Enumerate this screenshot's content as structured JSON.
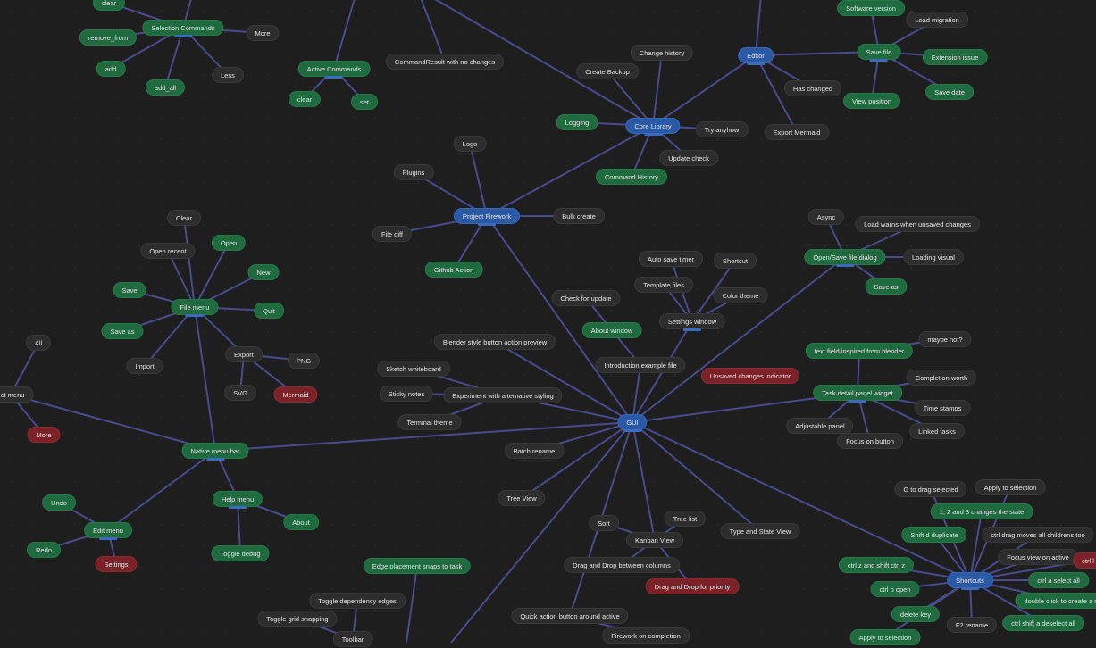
{
  "nodes": [
    {
      "id": "gui",
      "label": "GUI",
      "color": "blue"
    },
    {
      "id": "core",
      "label": "Core Library",
      "color": "blue"
    },
    {
      "id": "editor",
      "label": "Editor",
      "color": "blue"
    },
    {
      "id": "pf",
      "label": "Project Firework",
      "color": "blue"
    },
    {
      "id": "shortcuts",
      "label": "Shortcuts",
      "color": "blue"
    },
    {
      "id": "clear_top",
      "label": "clear",
      "color": "green"
    },
    {
      "id": "selcmd",
      "label": "Selection Commands",
      "color": "green"
    },
    {
      "id": "remove_from",
      "label": "remove_from",
      "color": "green"
    },
    {
      "id": "more_top",
      "label": "More",
      "color": "gray"
    },
    {
      "id": "add",
      "label": "add",
      "color": "green"
    },
    {
      "id": "less",
      "label": "Less",
      "color": "gray"
    },
    {
      "id": "add_all",
      "label": "add_all",
      "color": "green"
    },
    {
      "id": "activecmd",
      "label": "Active Commands",
      "color": "green"
    },
    {
      "id": "clear2",
      "label": "clear",
      "color": "green"
    },
    {
      "id": "set",
      "label": "set",
      "color": "green"
    },
    {
      "id": "cmdres",
      "label": "CommandResult with no changes",
      "color": "gray"
    },
    {
      "id": "change_history",
      "label": "Change history",
      "color": "gray"
    },
    {
      "id": "create_backup",
      "label": "Create Backup",
      "color": "gray"
    },
    {
      "id": "logging",
      "label": "Logging",
      "color": "green"
    },
    {
      "id": "try_anyhow",
      "label": "Try anyhow",
      "color": "gray"
    },
    {
      "id": "update_check",
      "label": "Update check",
      "color": "gray"
    },
    {
      "id": "command_history",
      "label": "Command History",
      "color": "green"
    },
    {
      "id": "software_version",
      "label": "Software version",
      "color": "green"
    },
    {
      "id": "load_migration",
      "label": "Load migration",
      "color": "gray"
    },
    {
      "id": "save_file",
      "label": "Save file",
      "color": "green"
    },
    {
      "id": "extension_issue",
      "label": "Extension issue",
      "color": "green"
    },
    {
      "id": "has_changed",
      "label": "Has changed",
      "color": "gray"
    },
    {
      "id": "save_date",
      "label": "Save date",
      "color": "green"
    },
    {
      "id": "view_position",
      "label": "View position",
      "color": "green"
    },
    {
      "id": "export_mermaid",
      "label": "Export Mermaid",
      "color": "gray"
    },
    {
      "id": "logo",
      "label": "Logo",
      "color": "gray"
    },
    {
      "id": "plugins",
      "label": "Plugins",
      "color": "gray"
    },
    {
      "id": "bulk_create",
      "label": "Bulk create",
      "color": "gray"
    },
    {
      "id": "file_diff",
      "label": "File diff",
      "color": "gray"
    },
    {
      "id": "github_action",
      "label": "Github Action",
      "color": "green"
    },
    {
      "id": "clear_file",
      "label": "Clear",
      "color": "gray"
    },
    {
      "id": "open",
      "label": "Open",
      "color": "green"
    },
    {
      "id": "open_recent",
      "label": "Open recent",
      "color": "gray"
    },
    {
      "id": "new",
      "label": "New",
      "color": "green"
    },
    {
      "id": "save",
      "label": "Save",
      "color": "green"
    },
    {
      "id": "file_menu",
      "label": "File menu",
      "color": "green"
    },
    {
      "id": "quit",
      "label": "Quit",
      "color": "green"
    },
    {
      "id": "save_as",
      "label": "Save as",
      "color": "green"
    },
    {
      "id": "export",
      "label": "Export",
      "color": "gray"
    },
    {
      "id": "png",
      "label": "PNG",
      "color": "gray"
    },
    {
      "id": "import",
      "label": "Import",
      "color": "gray"
    },
    {
      "id": "svg",
      "label": "SVG",
      "color": "gray"
    },
    {
      "id": "mermaid",
      "label": "Mermaid",
      "color": "red"
    },
    {
      "id": "all",
      "label": "All",
      "color": "gray"
    },
    {
      "id": "sel_menu",
      "label": "ect menu",
      "color": "gray"
    },
    {
      "id": "more_left",
      "label": "More",
      "color": "red"
    },
    {
      "id": "native_menu",
      "label": "Native menu bar",
      "color": "green"
    },
    {
      "id": "undo",
      "label": "Undo",
      "color": "green"
    },
    {
      "id": "edit_menu",
      "label": "Edit menu",
      "color": "green"
    },
    {
      "id": "redo",
      "label": "Redo",
      "color": "green"
    },
    {
      "id": "settings",
      "label": "Settings",
      "color": "red"
    },
    {
      "id": "help_menu",
      "label": "Help menu",
      "color": "green"
    },
    {
      "id": "about",
      "label": "About",
      "color": "green"
    },
    {
      "id": "toggle_debug",
      "label": "Toggle debug",
      "color": "green"
    },
    {
      "id": "blender_preview",
      "label": "Blender style button action preview",
      "color": "gray"
    },
    {
      "id": "sketch_wb",
      "label": "Sketch whiteboard",
      "color": "gray"
    },
    {
      "id": "sticky_notes",
      "label": "Sticky notes",
      "color": "gray"
    },
    {
      "id": "experiment",
      "label": "Experiment with alternative styling",
      "color": "gray"
    },
    {
      "id": "terminal_theme",
      "label": "Terminal theme",
      "color": "gray"
    },
    {
      "id": "batch_rename",
      "label": "Batch rename",
      "color": "gray"
    },
    {
      "id": "tree_view",
      "label": "Tree View",
      "color": "gray"
    },
    {
      "id": "auto_save",
      "label": "Auto save timer",
      "color": "gray"
    },
    {
      "id": "shortcut",
      "label": "Shortcut",
      "color": "gray"
    },
    {
      "id": "template_files",
      "label": "Template files",
      "color": "gray"
    },
    {
      "id": "color_theme",
      "label": "Color theme",
      "color": "gray"
    },
    {
      "id": "check_update",
      "label": "Check for update",
      "color": "gray"
    },
    {
      "id": "settings_window",
      "label": "Settings window",
      "color": "gray"
    },
    {
      "id": "about_window",
      "label": "About window",
      "color": "green"
    },
    {
      "id": "intro_file",
      "label": "Introduction example file",
      "color": "gray"
    },
    {
      "id": "unsaved_ind",
      "label": "Unsaved changes indicator",
      "color": "red"
    },
    {
      "id": "async",
      "label": "Async",
      "color": "gray"
    },
    {
      "id": "load_warns",
      "label": "Load warns when unsaved changes",
      "color": "gray"
    },
    {
      "id": "open_save_dialog",
      "label": "Open/Save file dialog",
      "color": "green"
    },
    {
      "id": "loading_visual",
      "label": "Loading visual",
      "color": "gray"
    },
    {
      "id": "save_as2",
      "label": "Save as",
      "color": "green"
    },
    {
      "id": "maybe_not",
      "label": "maybe not?",
      "color": "gray"
    },
    {
      "id": "text_field",
      "label": "text field inspired from blender",
      "color": "green"
    },
    {
      "id": "completion",
      "label": "Completion worth",
      "color": "gray"
    },
    {
      "id": "task_panel",
      "label": "Task detail panel widget",
      "color": "green"
    },
    {
      "id": "adjustable",
      "label": "Adjustable panel",
      "color": "gray"
    },
    {
      "id": "time_stamps",
      "label": "Time stamps",
      "color": "gray"
    },
    {
      "id": "linked_tasks",
      "label": "Linked tasks",
      "color": "gray"
    },
    {
      "id": "focus_button",
      "label": "Focus on button",
      "color": "gray"
    },
    {
      "id": "sort",
      "label": "Sort",
      "color": "gray"
    },
    {
      "id": "tree_list",
      "label": "Tree list",
      "color": "gray"
    },
    {
      "id": "kanban",
      "label": "Kanban View",
      "color": "gray"
    },
    {
      "id": "type_state",
      "label": "Type and State View",
      "color": "gray"
    },
    {
      "id": "dnd_columns",
      "label": "Drag and Drop between columns",
      "color": "gray"
    },
    {
      "id": "dnd_priority",
      "label": "Drag and Drop for priority",
      "color": "red"
    },
    {
      "id": "edge_snap",
      "label": "Edge placement snaps to task",
      "color": "green"
    },
    {
      "id": "toggle_dep",
      "label": "Toggle dependency edges",
      "color": "gray"
    },
    {
      "id": "toggle_grid",
      "label": "Toggle grid snapping",
      "color": "gray"
    },
    {
      "id": "toolbar",
      "label": "Toolbar",
      "color": "gray"
    },
    {
      "id": "quick_action",
      "label": "Quick action button around active",
      "color": "gray"
    },
    {
      "id": "firework",
      "label": "Firework on completion",
      "color": "gray"
    },
    {
      "id": "g_drag",
      "label": "G to drag selected",
      "color": "gray"
    },
    {
      "id": "apply_sel",
      "label": "Apply to selection",
      "color": "gray"
    },
    {
      "id": "one_two_three",
      "label": "1, 2 and 3 changes the state",
      "color": "green"
    },
    {
      "id": "shift_d",
      "label": "Shift d duplicate",
      "color": "green"
    },
    {
      "id": "ctrl_drag",
      "label": "ctrl drag moves all childrens too",
      "color": "gray"
    },
    {
      "id": "ctrl_z",
      "label": "ctrl z and shift ctrl z",
      "color": "green"
    },
    {
      "id": "focus_active",
      "label": "Focus view on active",
      "color": "gray"
    },
    {
      "id": "ctrl_cut",
      "label": "ctrl l",
      "color": "red"
    },
    {
      "id": "ctrl_a",
      "label": "ctrl a select all",
      "color": "green"
    },
    {
      "id": "ctrl_o",
      "label": "ctrl o open",
      "color": "green"
    },
    {
      "id": "double_click",
      "label": "double click to create a ne",
      "color": "green"
    },
    {
      "id": "delete_key",
      "label": "delete key",
      "color": "green"
    },
    {
      "id": "f2_rename",
      "label": "F2 rename",
      "color": "gray"
    },
    {
      "id": "ctrl_shift_a",
      "label": "ctrl shift a deselect all",
      "color": "green"
    },
    {
      "id": "apply_sel2",
      "label": "Apply to selection",
      "color": "green"
    }
  ]
}
